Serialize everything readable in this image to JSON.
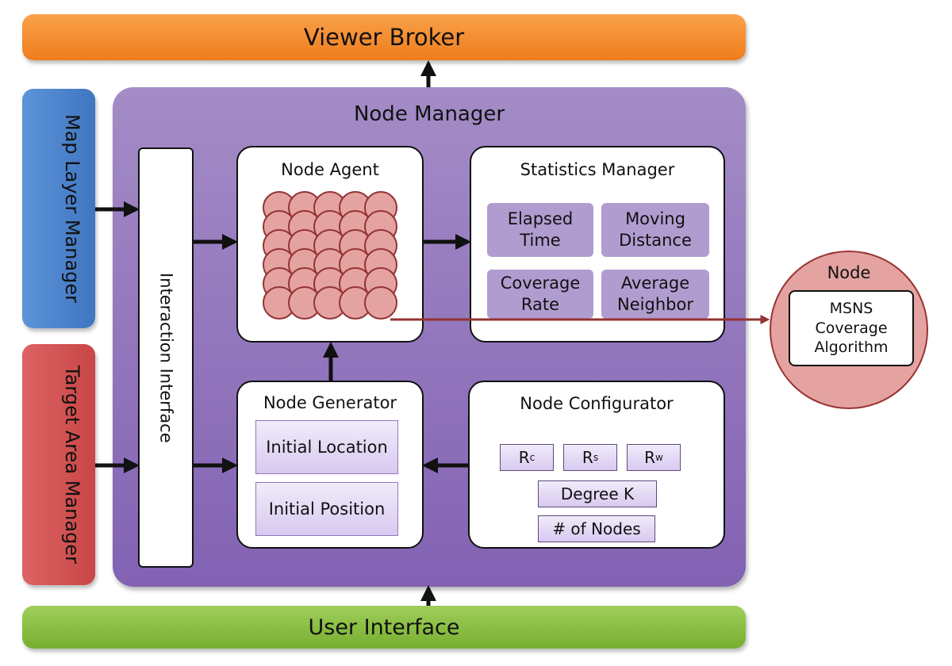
{
  "viewer_broker": "Viewer Broker",
  "user_interface": "User Interface",
  "map_layer_manager": "Map Layer Manager",
  "target_area_manager": "Target Area Manager",
  "node_manager": {
    "title": "Node Manager",
    "interaction_interface": "Interaction Interface",
    "node_agent": {
      "title": "Node Agent"
    },
    "statistics_manager": {
      "title": "Statistics Manager",
      "items": [
        "Elapsed Time",
        "Moving Distance",
        "Coverage Rate",
        "Average Neighbor"
      ]
    },
    "node_generator": {
      "title": "Node Generator",
      "items": [
        "Initial Location",
        "Initial Position"
      ]
    },
    "node_configurator": {
      "title": "Node Configurator",
      "radius_params": [
        {
          "symbol": "R",
          "subscript": "c"
        },
        {
          "symbol": "R",
          "subscript": "s"
        },
        {
          "symbol": "R",
          "subscript": "w"
        }
      ],
      "degree": "Degree K",
      "node_count": "# of Nodes"
    }
  },
  "node": {
    "title": "Node",
    "algorithm": "MSNS Coverage Algorithm"
  },
  "colors": {
    "viewer_broker": "#ef7d1c",
    "user_interface": "#77ae2f",
    "map_layer_manager": "#3f76c1",
    "target_area_manager": "#c84646",
    "node_manager": "#8262b3",
    "node_circle_fill": "#e4a3a1",
    "node_edge": "#933333"
  }
}
